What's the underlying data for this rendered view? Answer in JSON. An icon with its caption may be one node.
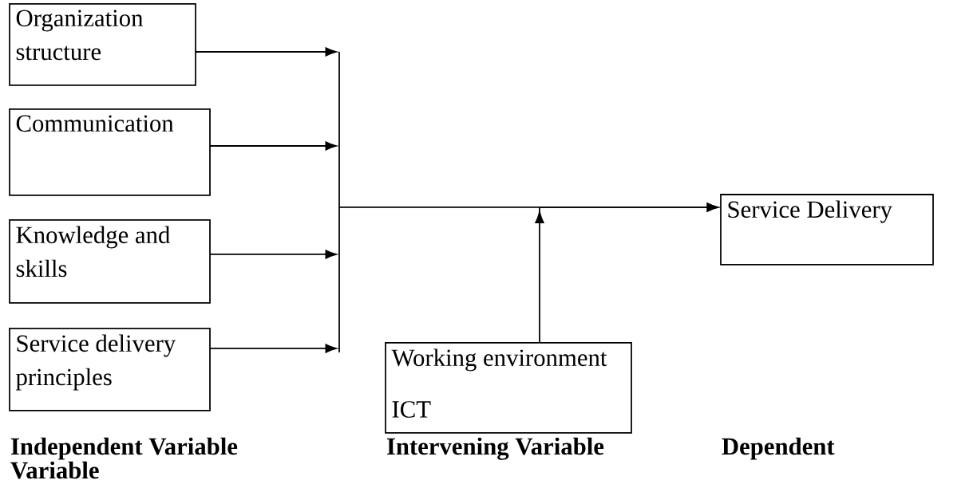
{
  "diagram": {
    "nodes": [
      {
        "text": [
          "Organization structure"
        ]
      },
      {
        "text": [
          "Communication"
        ]
      },
      {
        "text": [
          "Knowledge and skills"
        ]
      },
      {
        "text": [
          "Service delivery principles"
        ]
      },
      {
        "text": [],
        "shape": "bar"
      },
      {
        "text": [
          "Service Delivery"
        ]
      },
      {
        "text": [
          "Working environment",
          "ICT"
        ]
      }
    ],
    "edges": [
      {
        "from": 0,
        "to": 4,
        "arrow": "to"
      },
      {
        "from": 1,
        "to": 4,
        "arrow": "to"
      },
      {
        "from": 2,
        "to": 4,
        "arrow": "to"
      },
      {
        "from": 3,
        "to": 4,
        "arrow": "to"
      },
      {
        "from": 4,
        "to": 5,
        "arrow": "to"
      },
      {
        "from": 6,
        "to": 5,
        "arrow": "to"
      }
    ],
    "labels": [
      "Independent Variable",
      "Intervening Variable",
      "Dependent",
      "Variable"
    ]
  }
}
